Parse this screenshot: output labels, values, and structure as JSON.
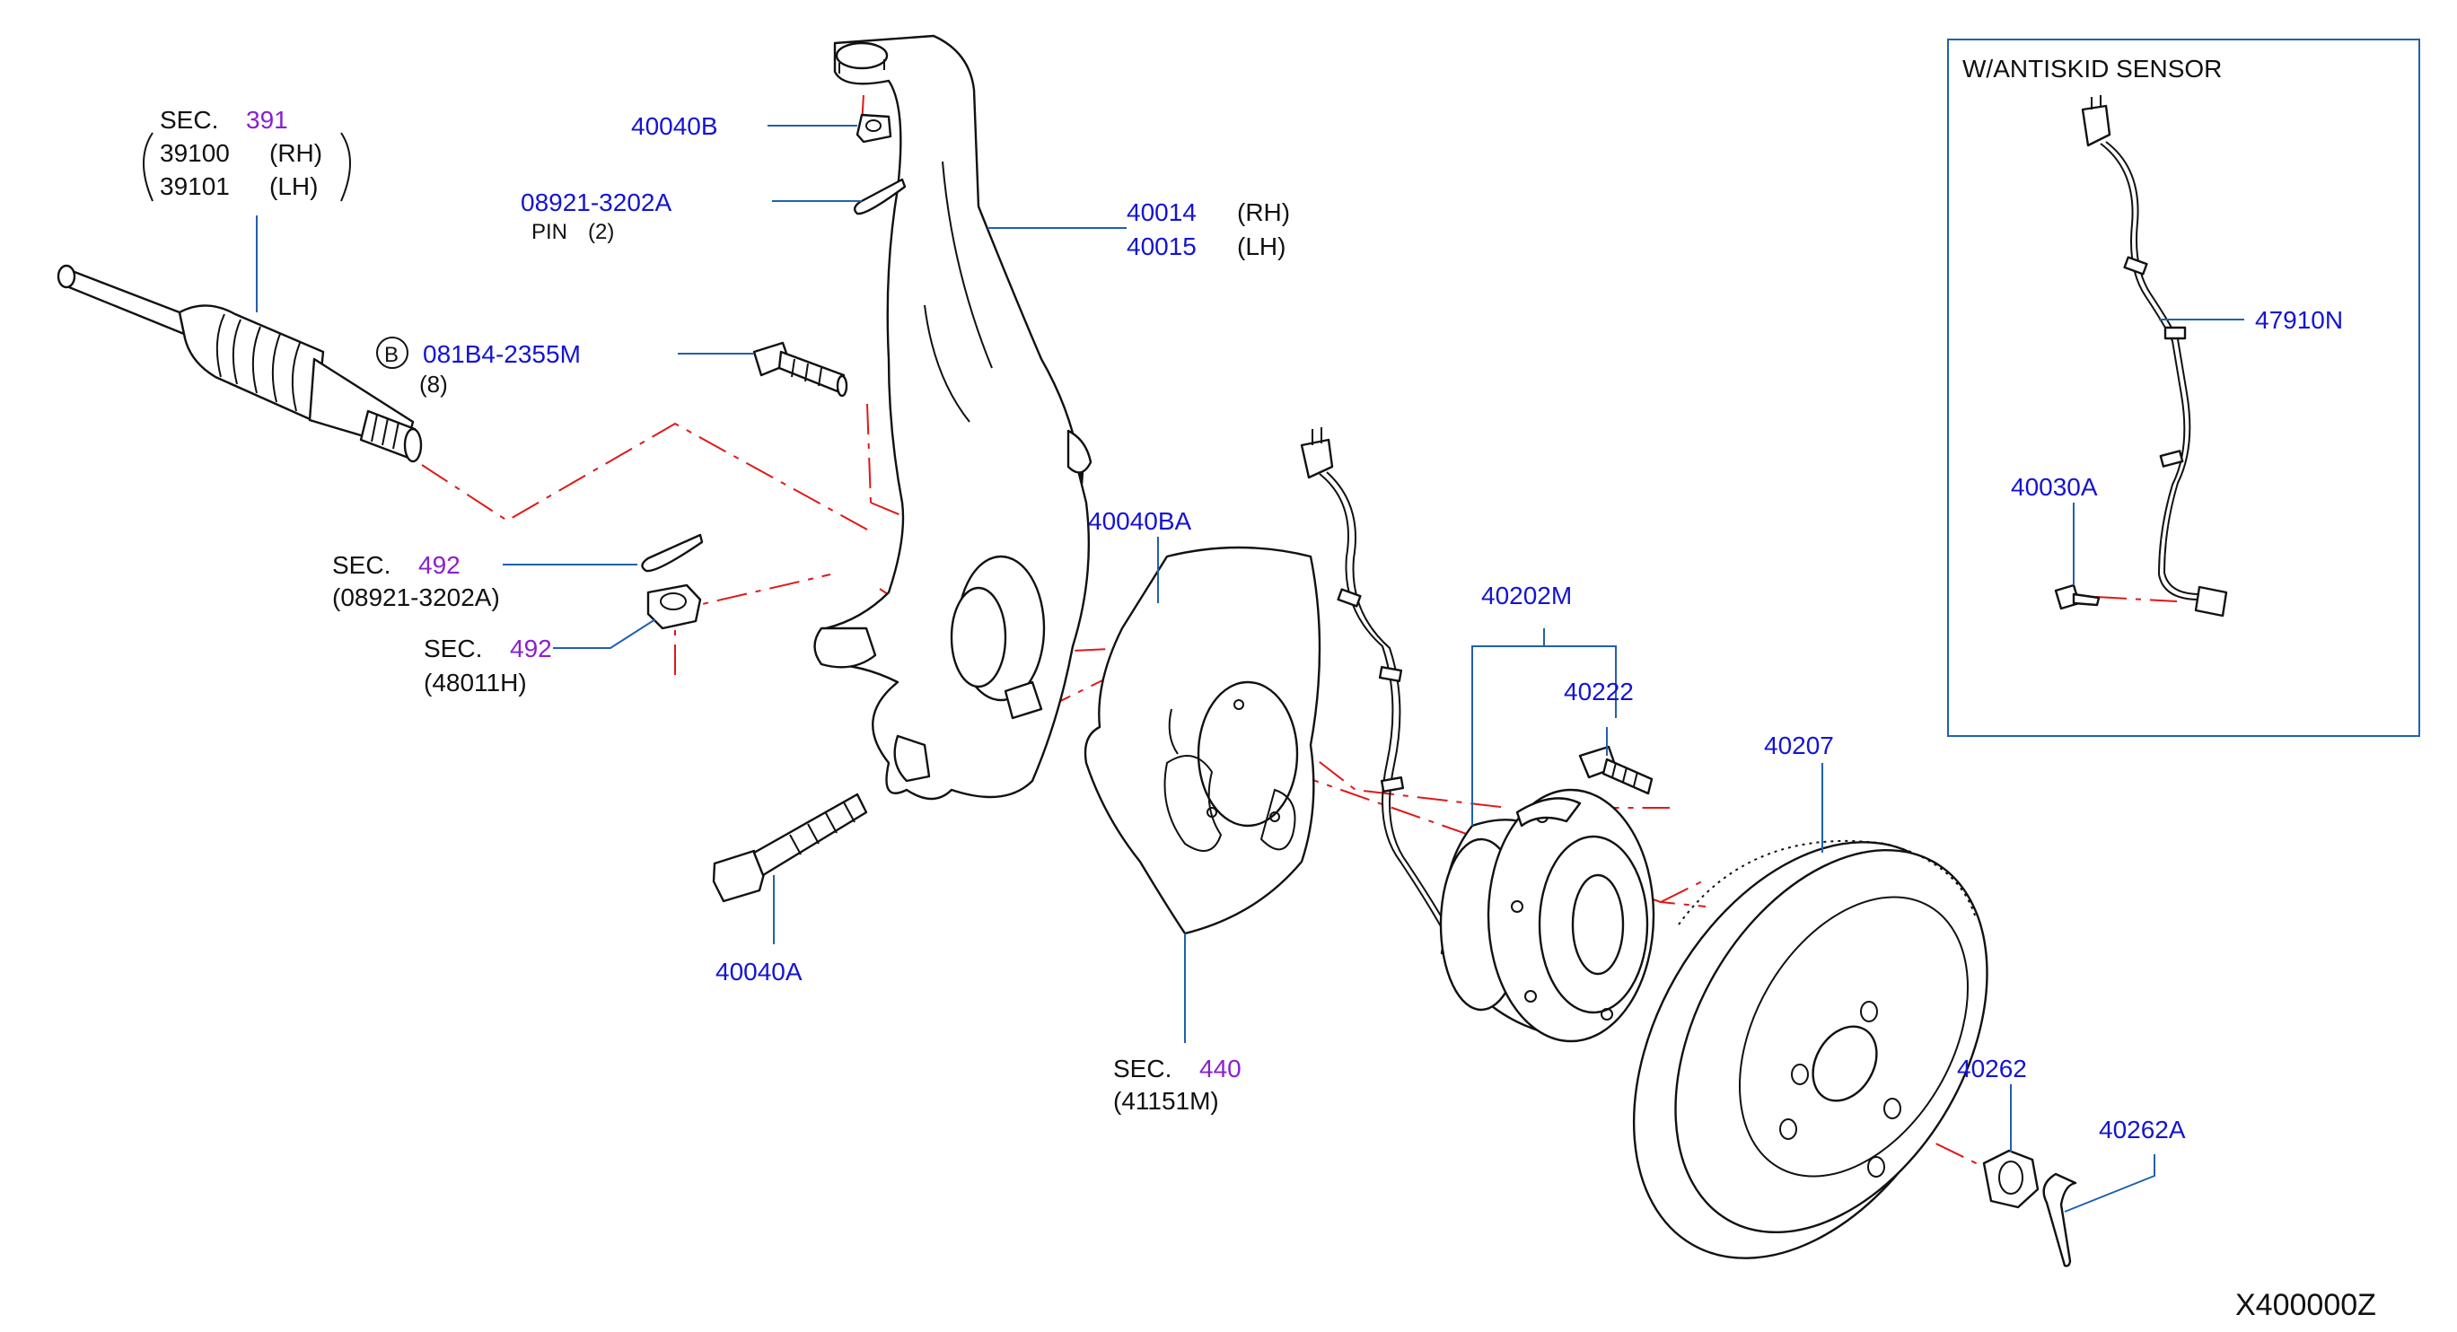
{
  "diagram": {
    "inset_title": "W/ANTISKID  SENSOR",
    "figure_code": "X400000Z",
    "colors": {
      "part_no": "#1414d2",
      "section": "#8a1fd0",
      "text": "#111111",
      "centerline": "#e01818",
      "leader": "#2060b0"
    },
    "callouts": {
      "sec391": {
        "sec": "SEC.",
        "num": "391",
        "line1_no": "39100",
        "line1_side": "(RH)",
        "line2_no": "39101",
        "line2_side": "(LH)"
      },
      "p40040B": "40040B",
      "p08921": {
        "no": "08921-3202A",
        "desc": "PIN",
        "qty": "(2)"
      },
      "p40014": {
        "no": "40014",
        "side": "(RH)"
      },
      "p40015": {
        "no": "40015",
        "side": "(LH)"
      },
      "p081B4": {
        "marker": "B",
        "no": "081B4-2355M",
        "qty": "(8)"
      },
      "sec492a": {
        "sec": "SEC.",
        "num": "492",
        "ref": "(08921-3202A)"
      },
      "sec492b": {
        "sec": "SEC.",
        "num": "492",
        "ref": "(48011H)"
      },
      "p40040BA": "40040BA",
      "p40040A": "40040A",
      "sec440": {
        "sec": "SEC.",
        "num": "440",
        "ref": "(41151M)"
      },
      "p40202M": "40202M",
      "p40222": "40222",
      "p40207": "40207",
      "p40262": "40262",
      "p40262A": "40262A",
      "p47910N": "47910N",
      "p40030A": "40030A"
    }
  }
}
